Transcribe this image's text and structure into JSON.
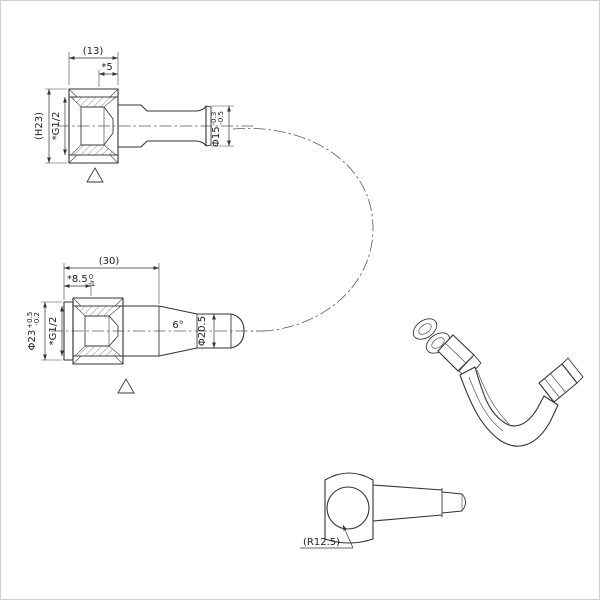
{
  "sheet": {
    "background": "#ffffff",
    "ink": "#333333",
    "border": "#cfcfcf"
  },
  "top_view": {
    "dim_nut_length": "(13)",
    "dim_thread_length": "*5",
    "dim_hex_height": "(H23)",
    "dim_thread_spec": "*G1/2",
    "dim_outlet_diameter": {
      "main": "Φ15",
      "tol_upper": "-0.3",
      "tol_lower": "-0.5"
    },
    "finish_symbol": "△"
  },
  "middle_view": {
    "dim_overall_length": "(30)",
    "dim_thread_depth": {
      "main": "*8.5",
      "tol_upper": "0",
      "tol_lower": "-1"
    },
    "dim_outer_diameter": {
      "main": "Φ23",
      "tol_upper": "+0.5",
      "tol_lower": "-0.2"
    },
    "dim_thread_spec": "*G1/2",
    "dim_cone_angle": "6°",
    "dim_barrel_diameter": "Φ20.5",
    "finish_symbol": "△"
  },
  "elbow_view": {
    "dim_ball_radius": "(R12.5)"
  }
}
